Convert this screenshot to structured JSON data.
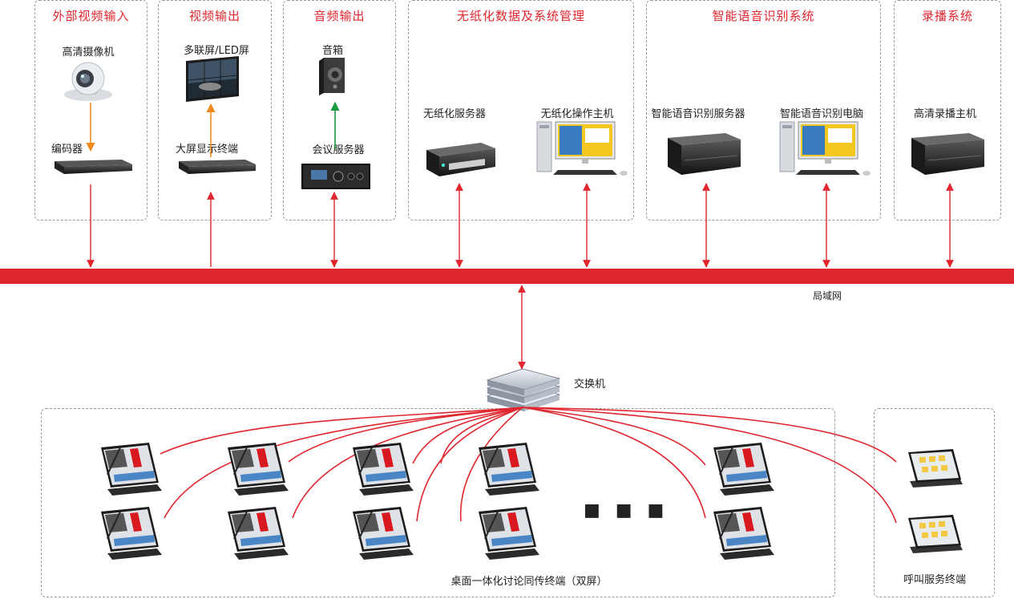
{
  "groups": {
    "external_video": "外部视频输入",
    "video_output": "视频输出",
    "audio_output": "音频输出",
    "paperless": "无纸化数据及系统管理",
    "speech_recognition": "智能语音识别系统",
    "recording": "录播系统",
    "call_service": "呼叫服务终端"
  },
  "devices": {
    "camera": "高清摄像机",
    "encoder": "编码器",
    "multi_screen": "多联屏/LED屏",
    "big_screen_terminal": "大屏显示终端",
    "speaker": "音箱",
    "conference_server": "会议服务器",
    "paperless_server": "无纸化服务器",
    "paperless_host": "无纸化操作主机",
    "speech_server": "智能语音识别服务器",
    "speech_pc": "智能语音识别电脑",
    "recording_host": "高清录播主机",
    "switch": "交换机",
    "lan": "局域网",
    "desk_terminals": "桌面一体化讨论同传终端（双屏）",
    "ellipsis": "■ ■ ■"
  },
  "colors": {
    "accent": "#e0262e",
    "video_arrow": "#f08a1c",
    "audio_arrow": "#1a9a3a",
    "lan_bar": "#e0262e"
  }
}
